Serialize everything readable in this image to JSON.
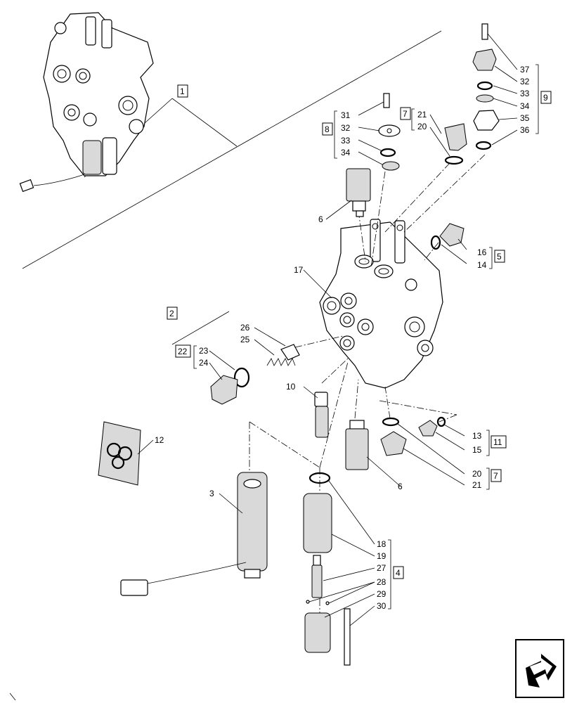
{
  "callouts": {
    "c31a": "31",
    "c32a": "32",
    "c33a": "33",
    "c34a": "34",
    "c21a": "21",
    "c20a": "20",
    "c37": "37",
    "c32b": "32",
    "c33b": "33",
    "c34b": "34",
    "c35": "35",
    "c36": "36",
    "c6a": "6",
    "c16": "16",
    "c14": "14",
    "c17": "17",
    "c26": "26",
    "c25": "25",
    "c23": "23",
    "c24": "24",
    "c10": "10",
    "c12": "12",
    "c3": "3",
    "c6b": "6",
    "c13": "13",
    "c15": "15",
    "c20b": "20",
    "c21b": "21",
    "c18": "18",
    "c19": "19",
    "c27": "27",
    "c28": "28",
    "c29": "29",
    "c30": "30"
  },
  "boxes": {
    "b1": "1",
    "b2": "2",
    "b22": "22",
    "b8": "8",
    "b7a": "7",
    "b9": "9",
    "b5": "5",
    "b11": "11",
    "b7b": "7",
    "b4": "4"
  },
  "nav": {
    "icon": "arrow-icon"
  }
}
